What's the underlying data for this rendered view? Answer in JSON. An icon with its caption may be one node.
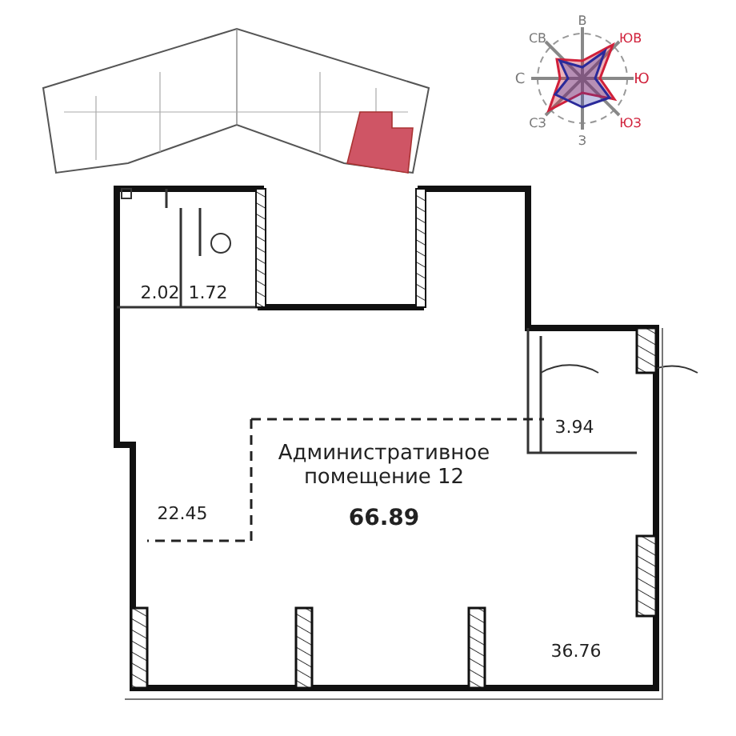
{
  "diagram": {
    "labels": [
      "В",
      "СВ",
      "ЮВ",
      "С",
      "Ю",
      "СЗ",
      "ЮЗ",
      "З",
      "2.02",
      "1.72",
      "3.94",
      "Административное помещение 12",
      "22.45",
      "66.89",
      "36.76"
    ]
  }
}
